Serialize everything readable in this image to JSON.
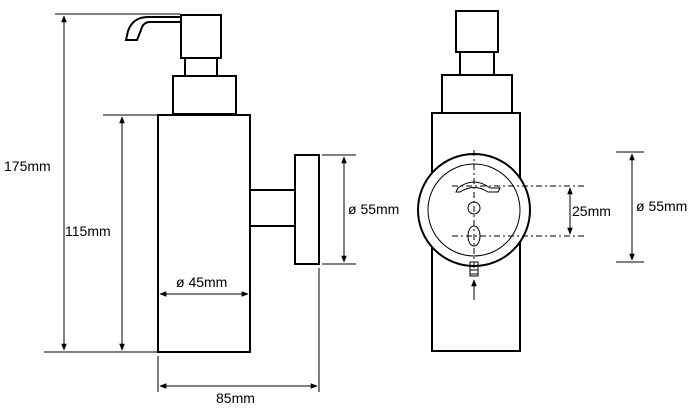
{
  "dimensions": {
    "overall_height": "175mm",
    "body_height": "115mm",
    "body_diameter": "ø 45mm",
    "projection_depth": "85mm",
    "side_plate_diameter": "ø 55mm",
    "front_plate_diameter": "ø 55mm",
    "hole_spacing": "25mm"
  }
}
